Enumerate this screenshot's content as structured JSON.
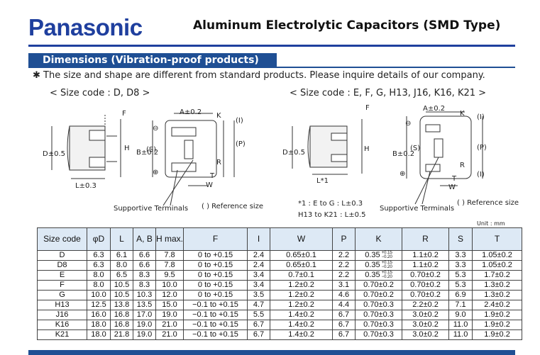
{
  "header": {
    "brand": "Panasonic",
    "title": "Aluminum Electrolytic Capacitors (SMD Type)"
  },
  "section": {
    "title": "Dimensions (Vibration-proof products)",
    "note": "✱ The size and shape are different from standard products. Please inquire details of our company."
  },
  "diagrams": {
    "left_code": "< Size code : D, D8 >",
    "right_code": "< Size code : E, F, G, H13, J16, K16, K21 >",
    "left_supportive": "Supportive Terminals",
    "left_reference": "( ) Reference size",
    "right_supportive": "Supportive Terminals",
    "right_reference": "( ) Reference size",
    "note_line1": "*1 : E to G : L±0.3",
    "note_line2": "H13 to K21 : L±0.5",
    "labels": {
      "F": "F",
      "A": "A±0.2",
      "K": "K",
      "I": "(I)",
      "H": "H",
      "D": "D±0.5",
      "B": "B±0.2",
      "S": "(S)",
      "P": "(P)",
      "R": "R",
      "T": "T",
      "W": "W",
      "L": "L±0.3",
      "L1": "L*1",
      "minus": "⊖",
      "plus": "⊕"
    }
  },
  "unit_note": "Unit : mm",
  "table": {
    "headers": [
      "Size code",
      "φD",
      "L",
      "A, B",
      "H max.",
      "F",
      "I",
      "W",
      "P",
      "K",
      "R",
      "S",
      "T"
    ],
    "rows": [
      {
        "code": "D",
        "D": "6.3",
        "L": "6.1",
        "AB": "6.6",
        "H": "7.8",
        "F": "0 to +0.15",
        "I": "2.4",
        "W": "0.65±0.1",
        "P": "2.2",
        "K": "0.35",
        "K_tol_up": "+0.15",
        "K_tol_dn": "−0.20",
        "R": "1.1±0.2",
        "S": "3.3",
        "T": "1.05±0.2"
      },
      {
        "code": "D8",
        "D": "6.3",
        "L": "8.0",
        "AB": "6.6",
        "H": "7.8",
        "F": "0 to +0.15",
        "I": "2.4",
        "W": "0.65±0.1",
        "P": "2.2",
        "K": "0.35",
        "K_tol_up": "+0.15",
        "K_tol_dn": "−0.20",
        "R": "1.1±0.2",
        "S": "3.3",
        "T": "1.05±0.2"
      },
      {
        "code": "E",
        "D": "8.0",
        "L": "6.5",
        "AB": "8.3",
        "H": "9.5",
        "F": "0 to +0.15",
        "I": "3.4",
        "W": "0.7±0.1",
        "P": "2.2",
        "K": "0.35",
        "K_tol_up": "+0.15",
        "K_tol_dn": "−0.20",
        "R": "0.70±0.2",
        "S": "5.3",
        "T": "1.7±0.2"
      },
      {
        "code": "F",
        "D": "8.0",
        "L": "10.5",
        "AB": "8.3",
        "H": "10.0",
        "F": "0 to +0.15",
        "I": "3.4",
        "W": "1.2±0.2",
        "P": "3.1",
        "K": "0.70±0.2",
        "K_tol_up": "",
        "K_tol_dn": "",
        "R": "0.70±0.2",
        "S": "5.3",
        "T": "1.3±0.2"
      },
      {
        "code": "G",
        "D": "10.0",
        "L": "10.5",
        "AB": "10.3",
        "H": "12.0",
        "F": "0 to +0.15",
        "I": "3.5",
        "W": "1.2±0.2",
        "P": "4.6",
        "K": "0.70±0.2",
        "K_tol_up": "",
        "K_tol_dn": "",
        "R": "0.70±0.2",
        "S": "6.9",
        "T": "1.3±0.2"
      },
      {
        "code": "H13",
        "D": "12.5",
        "L": "13.8",
        "AB": "13.5",
        "H": "15.0",
        "F": "−0.1 to +0.15",
        "I": "4.7",
        "W": "1.2±0.2",
        "P": "4.4",
        "K": "0.70±0.3",
        "K_tol_up": "",
        "K_tol_dn": "",
        "R": "2.2±0.2",
        "S": "7.1",
        "T": "2.4±0.2"
      },
      {
        "code": "J16",
        "D": "16.0",
        "L": "16.8",
        "AB": "17.0",
        "H": "19.0",
        "F": "−0.1 to +0.15",
        "I": "5.5",
        "W": "1.4±0.2",
        "P": "6.7",
        "K": "0.70±0.3",
        "K_tol_up": "",
        "K_tol_dn": "",
        "R": "3.0±0.2",
        "S": "9.0",
        "T": "1.9±0.2"
      },
      {
        "code": "K16",
        "D": "18.0",
        "L": "16.8",
        "AB": "19.0",
        "H": "21.0",
        "F": "−0.1 to +0.15",
        "I": "6.7",
        "W": "1.4±0.2",
        "P": "6.7",
        "K": "0.70±0.3",
        "K_tol_up": "",
        "K_tol_dn": "",
        "R": "3.0±0.2",
        "S": "11.0",
        "T": "1.9±0.2"
      },
      {
        "code": "K21",
        "D": "18.0",
        "L": "21.8",
        "AB": "19.0",
        "H": "21.0",
        "F": "−0.1 to +0.15",
        "I": "6.7",
        "W": "1.4±0.2",
        "P": "6.7",
        "K": "0.70±0.3",
        "K_tol_up": "",
        "K_tol_dn": "",
        "R": "3.0±0.2",
        "S": "11.0",
        "T": "1.9±0.2"
      }
    ]
  },
  "colors": {
    "brand": "#1f3f9e",
    "section_bar": "#1f4f94",
    "table_header": "#dde9f5"
  }
}
